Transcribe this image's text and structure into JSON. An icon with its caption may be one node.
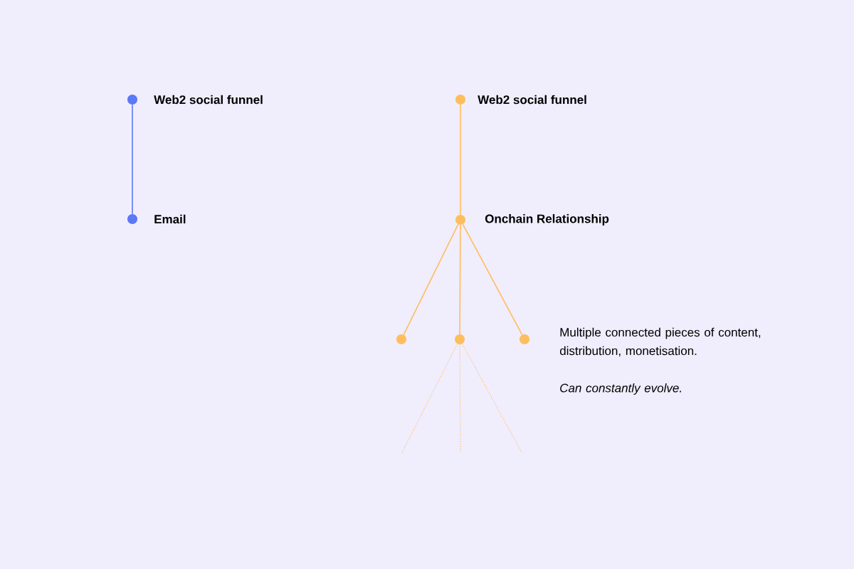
{
  "diagram": {
    "nodes": [
      {
        "text": [],
        "shape": "circle",
        "beside": [
          "Web2 social funnel"
        ]
      },
      {
        "text": [],
        "shape": "circle",
        "beside": [
          "Email"
        ]
      },
      {
        "text": [],
        "shape": "circle",
        "beside": [
          "Web2 social funnel"
        ]
      },
      {
        "text": [],
        "shape": "circle",
        "beside": [
          "Onchain Relationship"
        ]
      },
      {
        "text": [],
        "shape": "circle"
      },
      {
        "text": [],
        "shape": "circle"
      },
      {
        "text": [],
        "shape": "circle"
      }
    ],
    "edges": [
      {
        "from": 0,
        "to": 1,
        "arrow": "none",
        "color": "#5b78f6"
      },
      {
        "from": 2,
        "to": 3,
        "arrow": "none"
      },
      {
        "from": 3,
        "to": 4,
        "arrow": "none"
      },
      {
        "from": 3,
        "to": 5,
        "arrow": "none"
      },
      {
        "from": 3,
        "to": 6,
        "arrow": "none"
      },
      {
        "from": 5,
        "to": null,
        "arrow": "none",
        "style": "dashed"
      },
      {
        "from": 5,
        "to": null,
        "arrow": "none",
        "style": "dashed"
      },
      {
        "from": 5,
        "to": null,
        "arrow": "none",
        "style": "dashed"
      }
    ],
    "labels": [
      "Multiple connected  pieces of content, distribution, monetisation.",
      "Can constantly evolve."
    ]
  }
}
